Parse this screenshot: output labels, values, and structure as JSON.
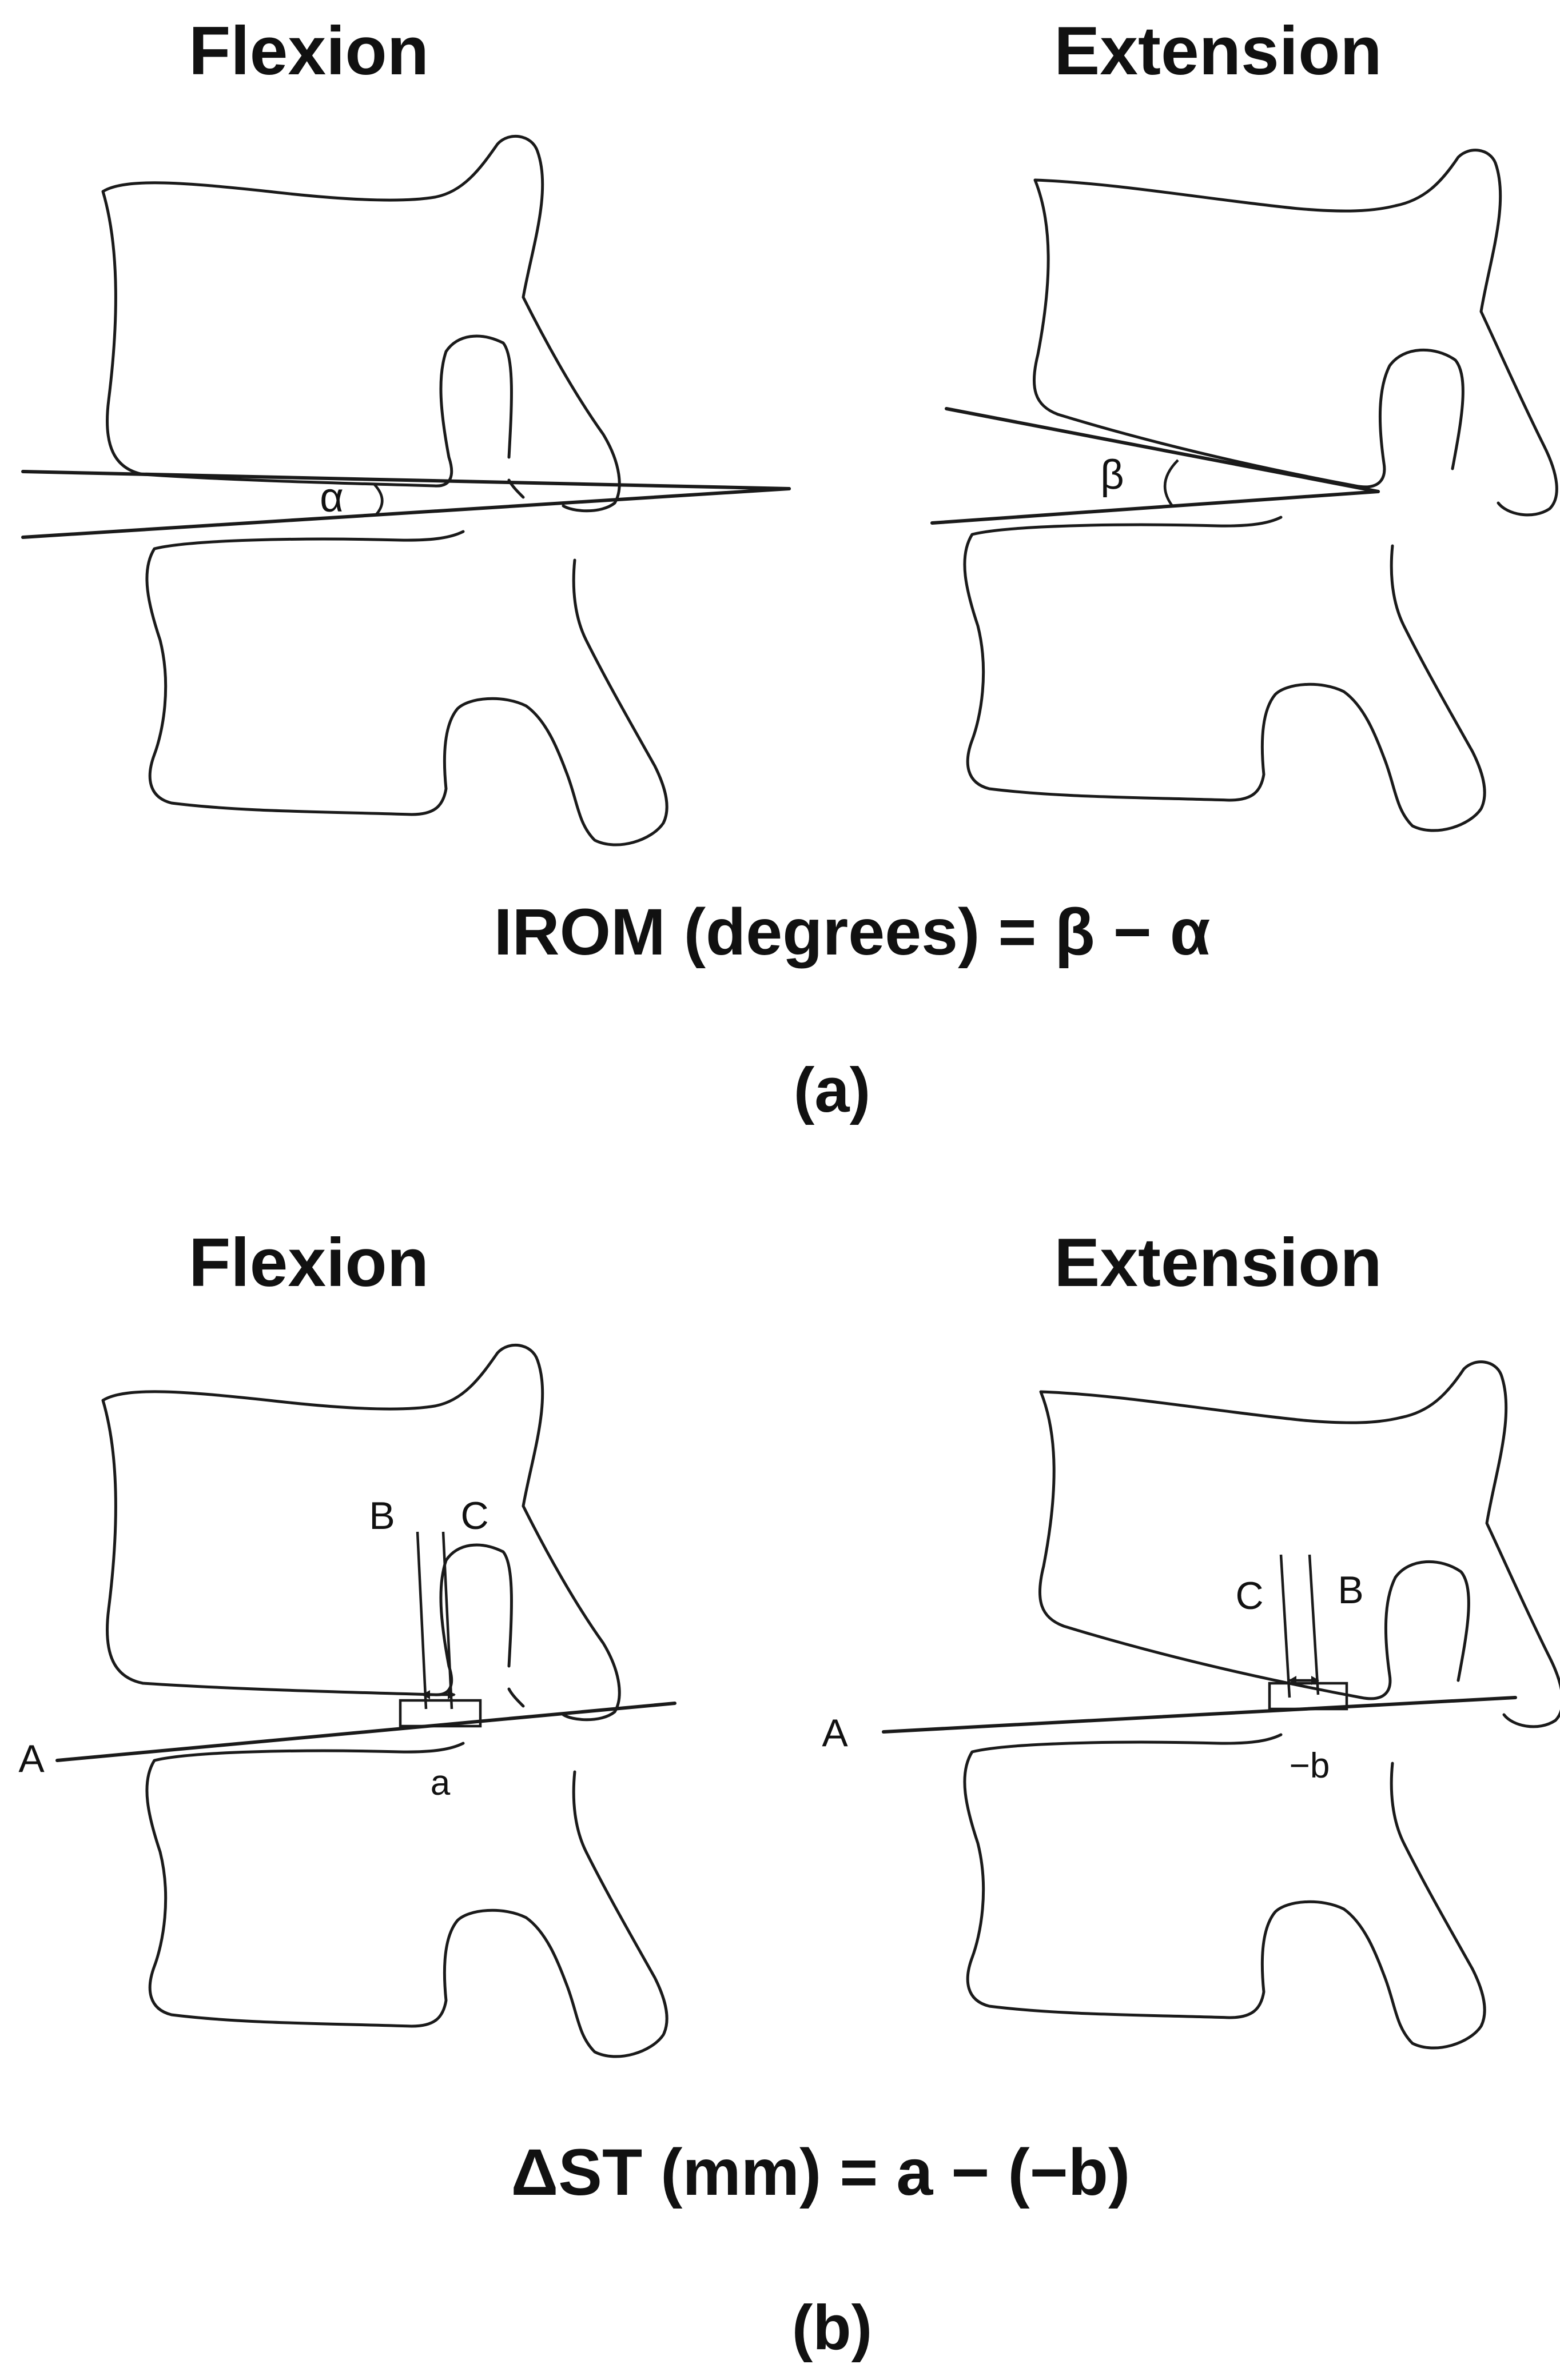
{
  "panel_a": {
    "flexion_title": "Flexion",
    "extension_title": "Extension",
    "angle_flexion": "α",
    "angle_extension": "β",
    "formula": "IROM (degrees) = β − α",
    "caption": "(a)"
  },
  "panel_b": {
    "flexion_title": "Flexion",
    "extension_title": "Extension",
    "flexion_labels": {
      "line_a": "A",
      "line_b": "B",
      "line_c": "C",
      "offset": "a"
    },
    "extension_labels": {
      "line_a": "A",
      "line_b": "B",
      "line_c": "C",
      "offset": "−b"
    },
    "formula": "ΔST (mm) = a − (−b)",
    "caption": "(b)"
  }
}
